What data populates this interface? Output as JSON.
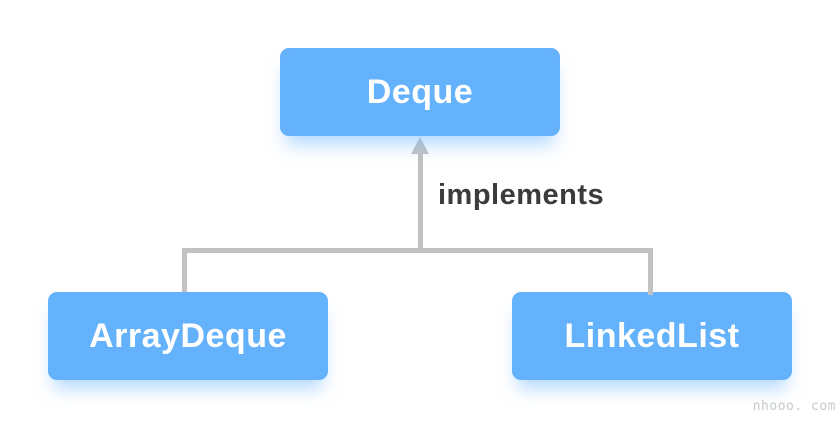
{
  "diagram": {
    "nodes": [
      {
        "id": "deque",
        "label": "Deque"
      },
      {
        "id": "arraydeque",
        "label": "ArrayDeque"
      },
      {
        "id": "linkedlist",
        "label": "LinkedList"
      }
    ],
    "edge_label": "implements",
    "watermark": "nhooo. com",
    "colors": {
      "background": "#ffffff",
      "node_fill": "#64b2fc",
      "node_text": "#ffffff",
      "connector": "#c2c2c2",
      "edge_label_text": "#3b3b3b",
      "watermark_text": "#c9c9c9"
    }
  }
}
